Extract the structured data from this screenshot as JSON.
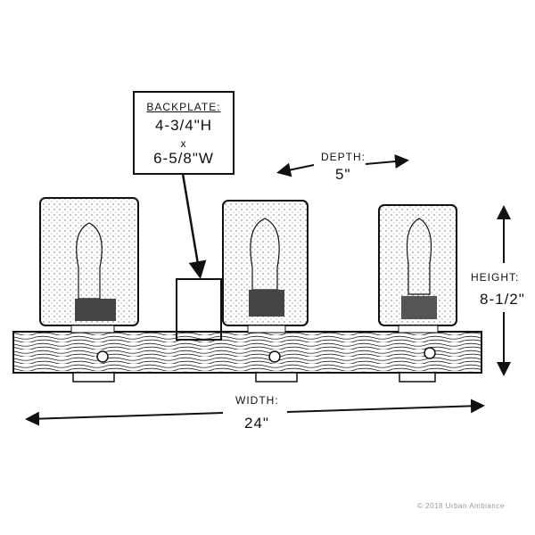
{
  "backplate": {
    "label": "BACKPLATE:",
    "height": "4-3/4\"H",
    "times": "x",
    "width": "6-5/8\"W"
  },
  "depth": {
    "label": "DEPTH:",
    "value": "5\""
  },
  "height": {
    "label": "HEIGHT:",
    "value": "8-1/2\""
  },
  "width": {
    "label": "WIDTH:",
    "value": "24\""
  },
  "copyright": "© 2018 Urban Ambiance"
}
